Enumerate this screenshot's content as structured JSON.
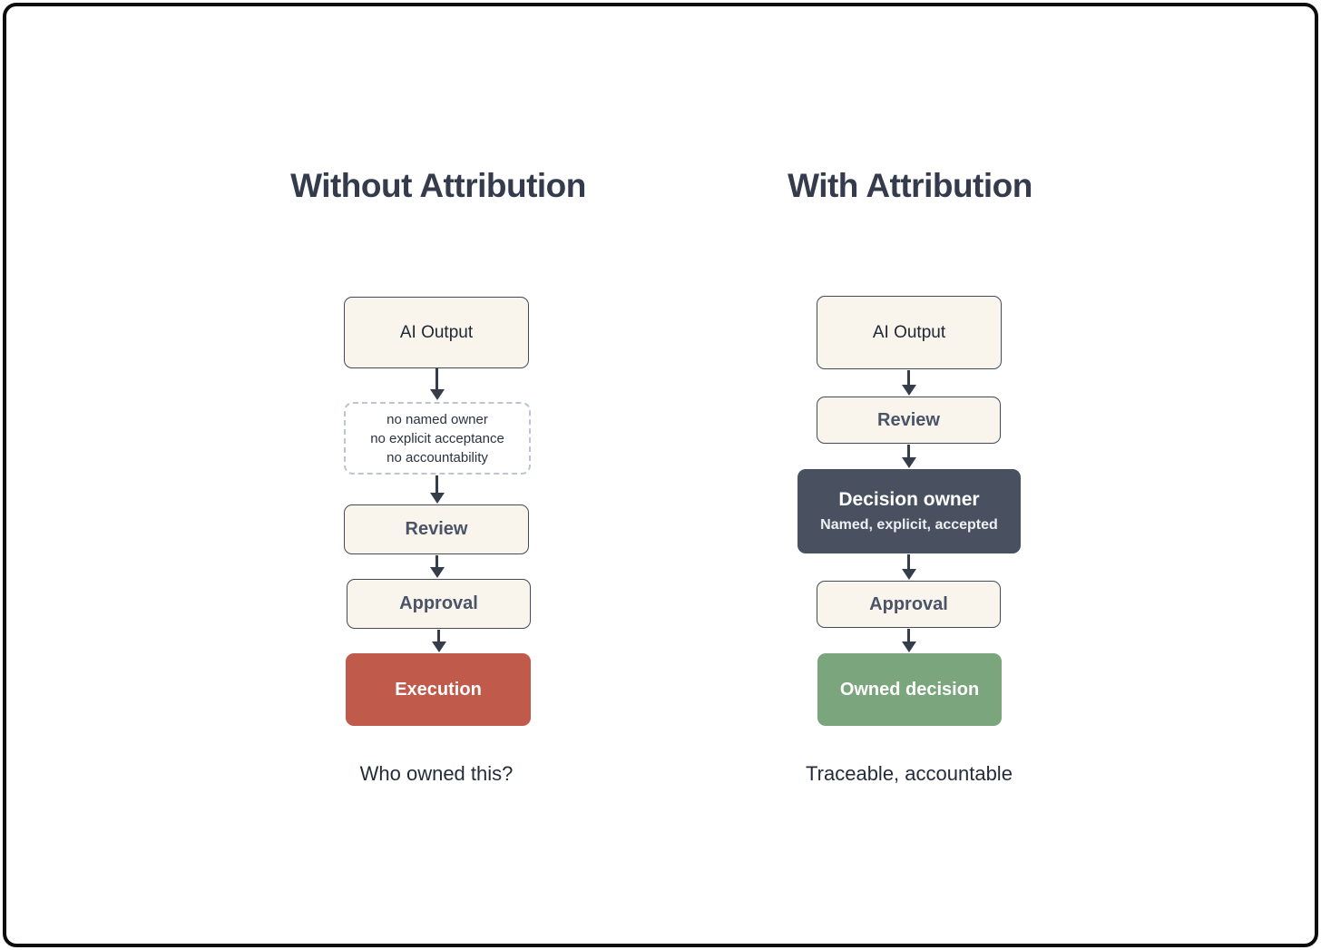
{
  "diagram": {
    "left": {
      "title": "Without Attribution",
      "nodes": {
        "ai_output": "AI Output",
        "gap_line_1": "no named owner",
        "gap_line_2": "no explicit acceptance",
        "gap_line_3": "no accountability",
        "review": "Review",
        "approval": "Approval",
        "execution": "Execution"
      },
      "caption": "Who owned this?"
    },
    "right": {
      "title": "With Attribution",
      "nodes": {
        "ai_output": "AI Output",
        "review": "Review",
        "decision_owner_title": "Decision owner",
        "decision_owner_subtitle": "Named, explicit, accepted",
        "approval": "Approval",
        "owned_decision": "Owned decision"
      },
      "caption": "Traceable, accountable"
    },
    "colors": {
      "execution_red": "#c05a4b",
      "owned_decision_green": "#7aa57d",
      "decision_owner_slate": "#495160",
      "node_cream": "#f9f4ec",
      "node_border": "#434b59",
      "dashed_border": "#bcc5d0",
      "arrow": "#353d4b",
      "title_text": "#333b4c",
      "frame_border": "#0d0d0d"
    }
  }
}
